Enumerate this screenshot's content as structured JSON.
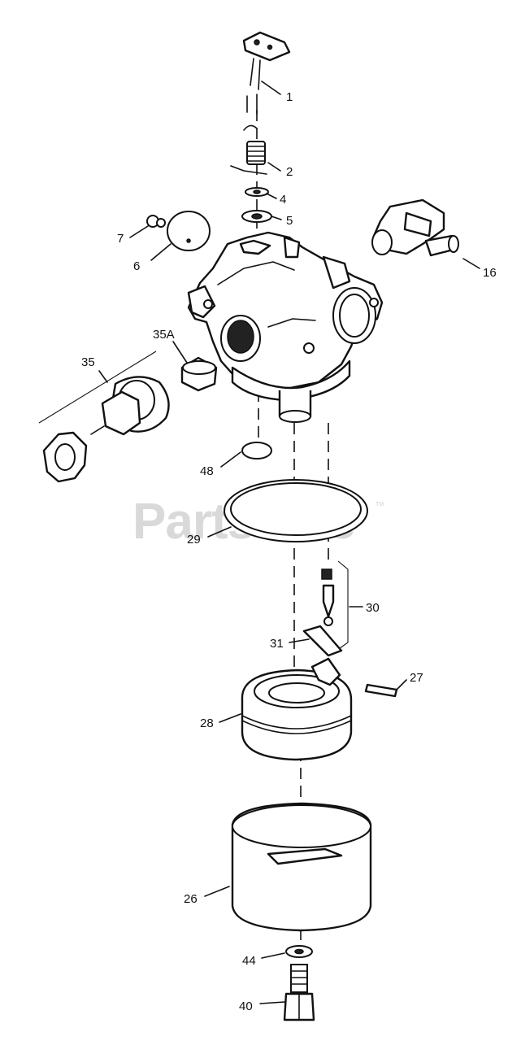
{
  "watermark": {
    "text": "PartsTree",
    "trademark": "TM"
  },
  "callouts": {
    "c1": "1",
    "c2": "2",
    "c4": "4",
    "c5": "5",
    "c6": "6",
    "c7": "7",
    "c16": "16",
    "c35a": "35A",
    "c35": "35",
    "c48": "48",
    "c29": "29",
    "c30": "30",
    "c31": "31",
    "c27": "27",
    "c28": "28",
    "c26": "26",
    "c44": "44",
    "c40": "40"
  }
}
